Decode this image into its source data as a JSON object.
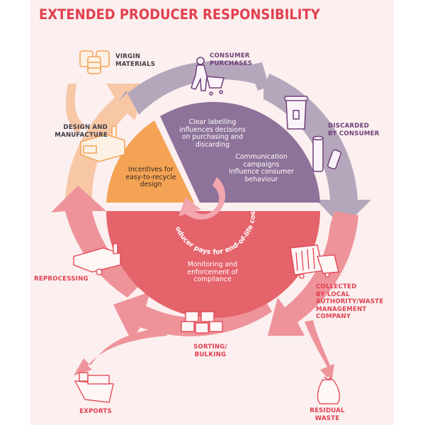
{
  "title": "EXTENDED PRODUCER RESPONSIBILITY",
  "colors": {
    "background": "#fcefef",
    "title": "#e2404f",
    "orange_segment": "#f4a354",
    "purple_segment": "#8d7299",
    "red_segment": "#e5636b",
    "ring_peach": "#f8c7a6",
    "ring_lilac": "#b5a7bb",
    "ring_pink": "#ee939a",
    "center_arrow": "#f2a6ad"
  },
  "stages": [
    {
      "id": "virgin-materials",
      "lines": [
        "VIRGIN",
        "MATERIALS"
      ],
      "icon": "barrels-icon"
    },
    {
      "id": "consumer-purchases",
      "lines": [
        "CONSUMER",
        "PURCHASES"
      ],
      "icon": "shopping-cart-icon"
    },
    {
      "id": "discarded-by-consumer",
      "lines": [
        "DISCARDED",
        "BY CONSUMER"
      ],
      "icon": "recycling-bin-icon"
    },
    {
      "id": "collected",
      "lines": [
        "COLLECTED",
        "BY LOCAL",
        "AUTHORITY/WASTE",
        "MANAGEMENT",
        "COMPANY"
      ],
      "icon": "garbage-truck-icon"
    },
    {
      "id": "sorting-bulking",
      "lines": [
        "SORTING/",
        "BULKING"
      ],
      "icon": "bales-icon"
    },
    {
      "id": "reprocessing",
      "lines": [
        "REPROCESSING"
      ],
      "icon": "reprocessing-plant-icon"
    },
    {
      "id": "design-manufacture",
      "lines": [
        "DESIGN AND",
        "MANUFACTURE"
      ],
      "icon": "factory-icon"
    },
    {
      "id": "exports",
      "lines": [
        "EXPORTS"
      ],
      "icon": "cargo-ship-icon"
    },
    {
      "id": "residual-waste",
      "lines": [
        "RESIDUAL",
        "WASTE"
      ],
      "icon": "bin-bag-icon"
    }
  ],
  "segments": {
    "incentives": [
      "Incentives for",
      "easy-to-recycle",
      "design"
    ],
    "labelling": [
      "Clear labelling",
      "influences decisions",
      "on purchasing and",
      "discarding"
    ],
    "campaigns": [
      "Communication",
      "campaigns",
      "influence consumer",
      "behaviour"
    ],
    "monitoring": [
      "Monitoring and",
      "enforcement of",
      "compliance"
    ],
    "producer_pays": "Producer pays for end-of-life costs"
  }
}
